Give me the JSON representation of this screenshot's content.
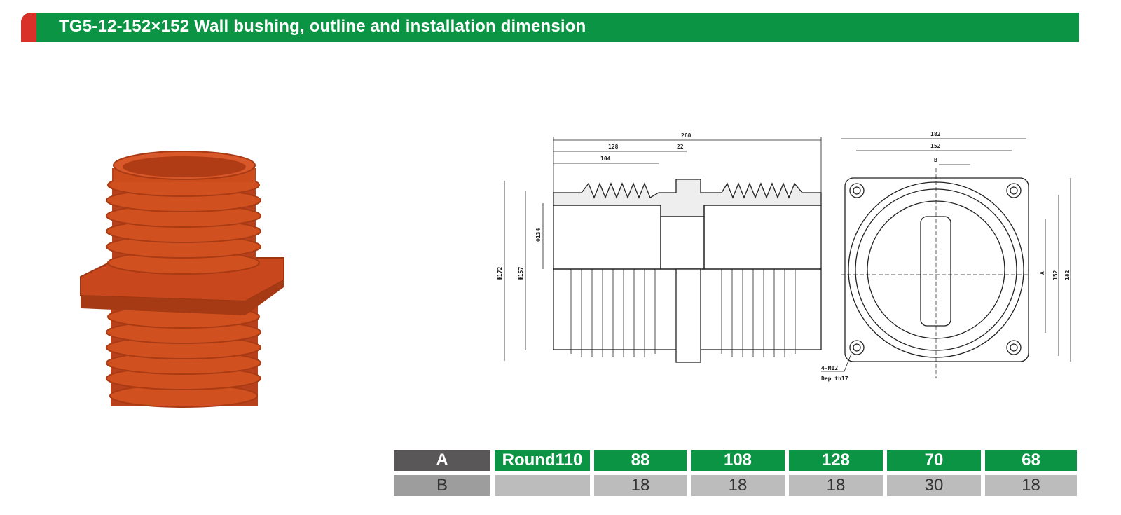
{
  "header": {
    "title": "TG5-12-152×152 Wall bushing, outline and installation dimension"
  },
  "drawing": {
    "side_view": {
      "overall_length": "260",
      "half_length": "128",
      "flange_width": "22",
      "shed_length": "104",
      "dia_outer": "Φ172",
      "dia_shed": "Φ157",
      "dia_inner": "Φ134"
    },
    "front_view": {
      "flange_size": "182",
      "hole_pitch": "152",
      "slot_width": "B",
      "slot_length": "A",
      "hole_pitch_v": "152",
      "flange_size_v": "182",
      "hole_note": "4-M12",
      "hole_depth": "Dep th17"
    }
  },
  "table": {
    "row_a": {
      "label": "A",
      "values": [
        "Round110",
        "88",
        "108",
        "128",
        "70",
        "68"
      ]
    },
    "row_b": {
      "label": "B",
      "values": [
        "",
        "18",
        "18",
        "18",
        "30",
        "18"
      ]
    }
  },
  "colors": {
    "brand_green": "#0a9444",
    "brand_red": "#d9312a",
    "bushing_orange": "#c9471c"
  }
}
